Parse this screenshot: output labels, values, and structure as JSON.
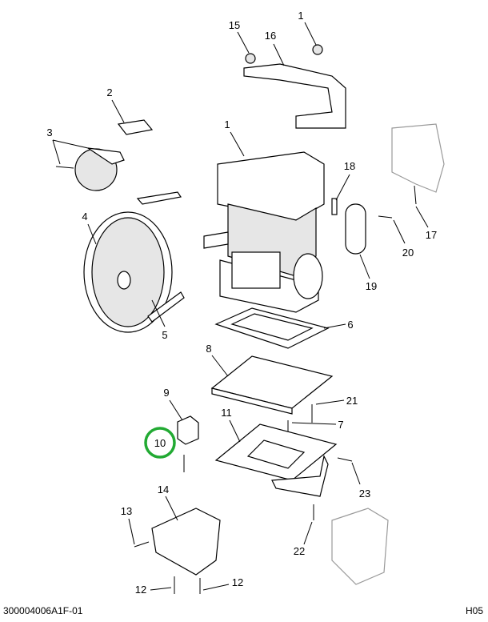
{
  "diagram": {
    "callouts": {
      "c15": "15",
      "c16": "16",
      "c1_top": "1",
      "c2": "2",
      "c3": "3",
      "c1_mid": "1",
      "c18": "18",
      "c17": "17",
      "c4": "4",
      "c20": "20",
      "c19": "19",
      "c5": "5",
      "c6": "6",
      "c8": "8",
      "c9": "9",
      "c21": "21",
      "c7": "7",
      "c11": "11",
      "c10": "10",
      "c23": "23",
      "c14": "14",
      "c13": "13",
      "c22": "22",
      "c12_left": "12",
      "c12_right": "12"
    },
    "highlight_color": "#22aa33"
  },
  "footer": {
    "drawing_number": "300004006A1F-01",
    "sheet_code": "H05"
  }
}
